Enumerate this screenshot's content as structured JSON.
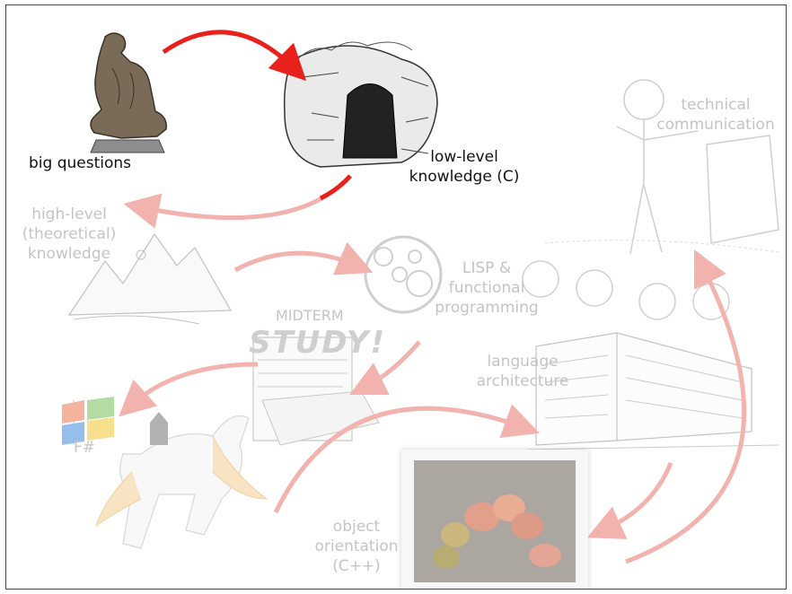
{
  "labels": {
    "big_questions": "big questions",
    "low_level_line1": "low-level",
    "low_level_line2": "knowledge (C)",
    "high_level_line1": "high-level",
    "high_level_line2": "(theoretical)",
    "high_level_line3": "knowledge",
    "lisp_line1": "LISP &",
    "lisp_line2": "functional",
    "lisp_line3": "programming",
    "midterm": "MIDTERM",
    "study": "STUDY!",
    "language_line1": "language",
    "language_line2": "architecture",
    "technical_line1": "technical",
    "technical_line2": "communication",
    "fsharp": "F#",
    "oo_line1": "object",
    "oo_line2": "orientation",
    "oo_line3": "(C++)"
  },
  "colors": {
    "arrow_active": "#e8211c",
    "arrow_faded": "#f2b3ae",
    "label_active": "#111111",
    "label_faded": "#c4c4c4"
  }
}
